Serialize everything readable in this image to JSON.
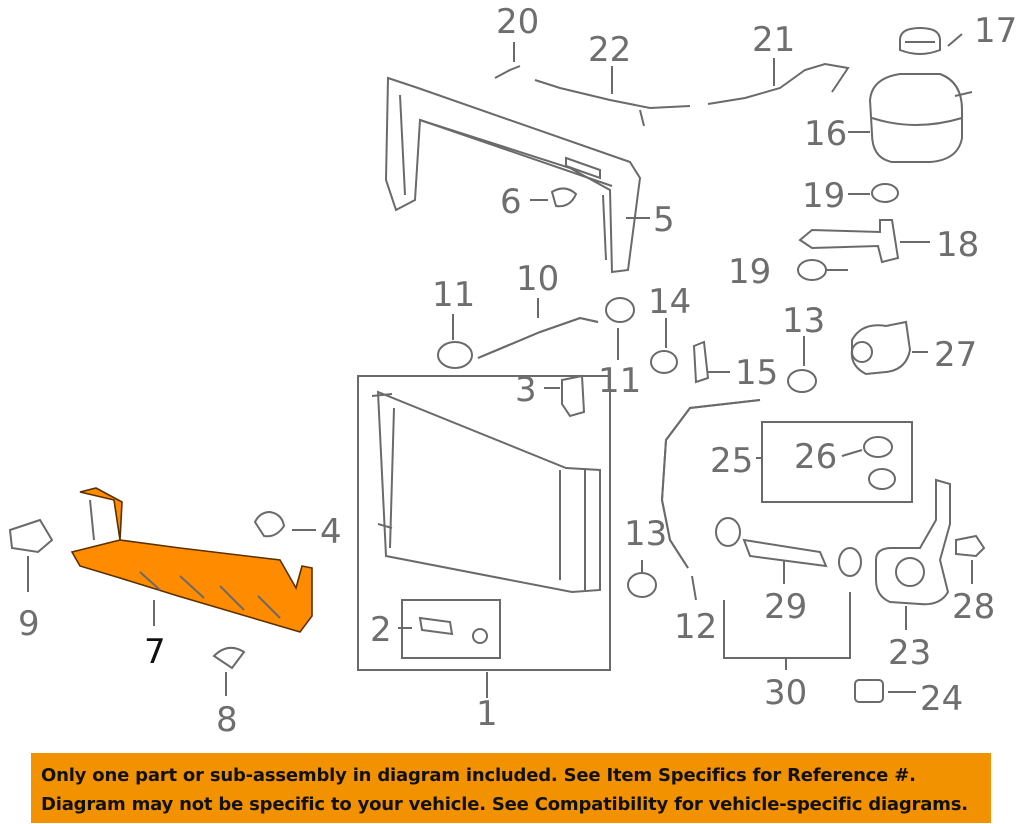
{
  "diagram": {
    "highlight_color": "#ff8c00",
    "callouts": [
      "1",
      "2",
      "3",
      "4",
      "5",
      "6",
      "7",
      "8",
      "9",
      "10",
      "11",
      "11",
      "12",
      "13",
      "13",
      "14",
      "15",
      "16",
      "17",
      "18",
      "19",
      "19",
      "20",
      "21",
      "22",
      "23",
      "24",
      "25",
      "26",
      "27",
      "28",
      "29",
      "30"
    ],
    "highlighted_callout": "7"
  },
  "notice": {
    "background": "#f39200",
    "line1": "Only one part or sub-assembly in diagram included. See Item Specifics for Reference #.",
    "line2": "Diagram may not be specific to your vehicle. See Compatibility for vehicle-specific diagrams."
  }
}
